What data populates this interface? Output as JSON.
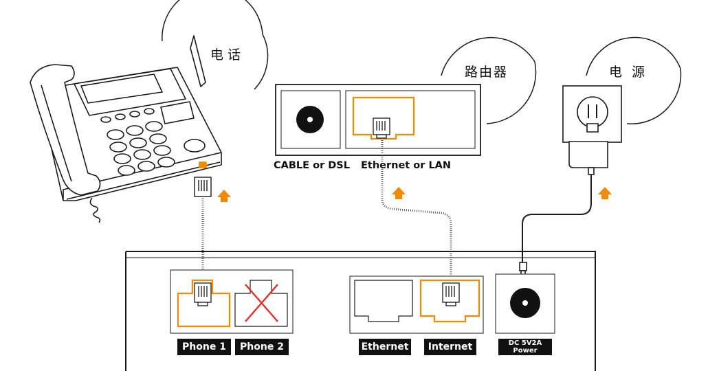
{
  "labels": {
    "phone": "电话",
    "router": "路由器",
    "power": "电 源"
  },
  "router_ports": {
    "cable_dsl": "CABLE or DSL",
    "ethernet_lan": "Ethernet or LAN"
  },
  "device_ports": {
    "phone1": "Phone 1",
    "phone2": "Phone 2",
    "ethernet": "Ethernet",
    "internet": "Internet",
    "dc_line1": "DC 5V2A",
    "dc_line2": "Power"
  },
  "colors": {
    "accent": "#f08a00",
    "outline": "#1a1a1a",
    "cross": "#e0302a"
  },
  "icons": [
    "phone-icon",
    "router-icon",
    "power-adapter-icon",
    "up-arrow-icon",
    "rj11-plug-icon",
    "rj45-plug-icon",
    "cross-icon"
  ]
}
